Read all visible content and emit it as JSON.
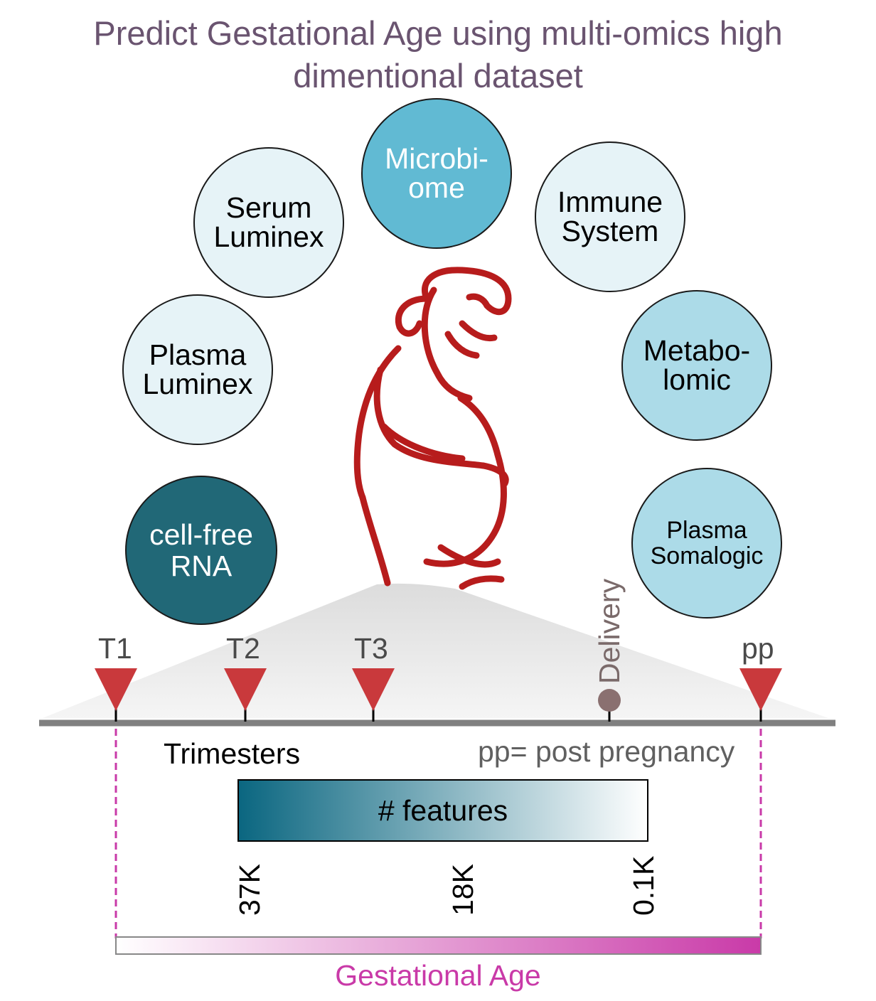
{
  "title": {
    "line1": "Predict Gestational Age using multi-omics high",
    "line2": "dimentional dataset",
    "color": "#6a5470"
  },
  "omics": [
    {
      "id": "cfrna",
      "lines": [
        "cell-free",
        "RNA"
      ],
      "fill": "#216877",
      "text_color": "#ffffff"
    },
    {
      "id": "plasma-luminex",
      "lines": [
        "Plasma",
        "Luminex"
      ],
      "fill": "#e6f3f7",
      "text_color": "#000000"
    },
    {
      "id": "serum-luminex",
      "lines": [
        "Serum",
        "Luminex"
      ],
      "fill": "#e6f3f7",
      "text_color": "#000000"
    },
    {
      "id": "microbiome",
      "lines": [
        "Microbi-",
        "ome"
      ],
      "fill": "#61bad3",
      "text_color": "#ffffff"
    },
    {
      "id": "immune-system",
      "lines": [
        "Immune",
        "System"
      ],
      "fill": "#e6f3f7",
      "text_color": "#000000"
    },
    {
      "id": "metabolomic",
      "lines": [
        "Metabo-",
        "lomic"
      ],
      "fill": "#acdbe8",
      "text_color": "#000000"
    },
    {
      "id": "plasma-somalogic",
      "lines": [
        "Plasma",
        "Somalogic"
      ],
      "fill": "#acdbe8",
      "text_color": "#000000"
    }
  ],
  "timeline": {
    "markers": [
      "T1",
      "T2",
      "T3",
      "pp"
    ],
    "delivery_label": "Delivery",
    "trimesters_label": "Trimesters",
    "pp_note": "pp= post pregnancy",
    "marker_color": "#c9393c",
    "axis_color": "#808080"
  },
  "features": {
    "label": "# features",
    "ticks": [
      "37K",
      "18K",
      "0.1K"
    ],
    "gradient": [
      "#0a6680",
      "#ffffff"
    ]
  },
  "gestational_age": {
    "label": "Gestational Age",
    "color": "#c93aa8"
  },
  "figure_color": "#b71c1c"
}
